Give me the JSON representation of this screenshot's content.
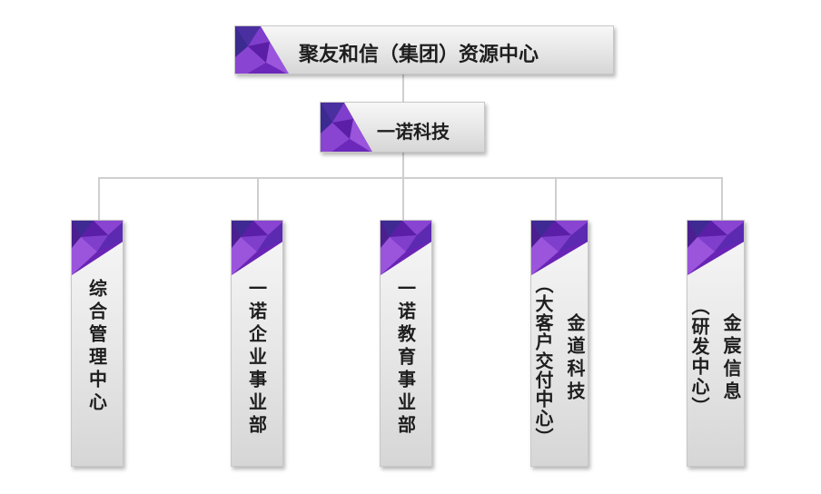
{
  "root": {
    "label": "聚友和信（集团）资源中心"
  },
  "sub": {
    "label": "一诺科技"
  },
  "departments": [
    {
      "lines": [
        "综合管理中心"
      ]
    },
    {
      "lines": [
        "一诺企业事业部"
      ]
    },
    {
      "lines": [
        "一诺教育事业部"
      ]
    },
    {
      "lines": [
        "金道科技",
        "（大客户交付中心）"
      ]
    },
    {
      "lines": [
        "金宸信息",
        "（研发中心）"
      ]
    }
  ],
  "colors": {
    "accent_dark": "#4b1f8f",
    "accent": "#7a2fc4",
    "accent_light": "#9c5be0",
    "connector": "#cfcfcf"
  }
}
